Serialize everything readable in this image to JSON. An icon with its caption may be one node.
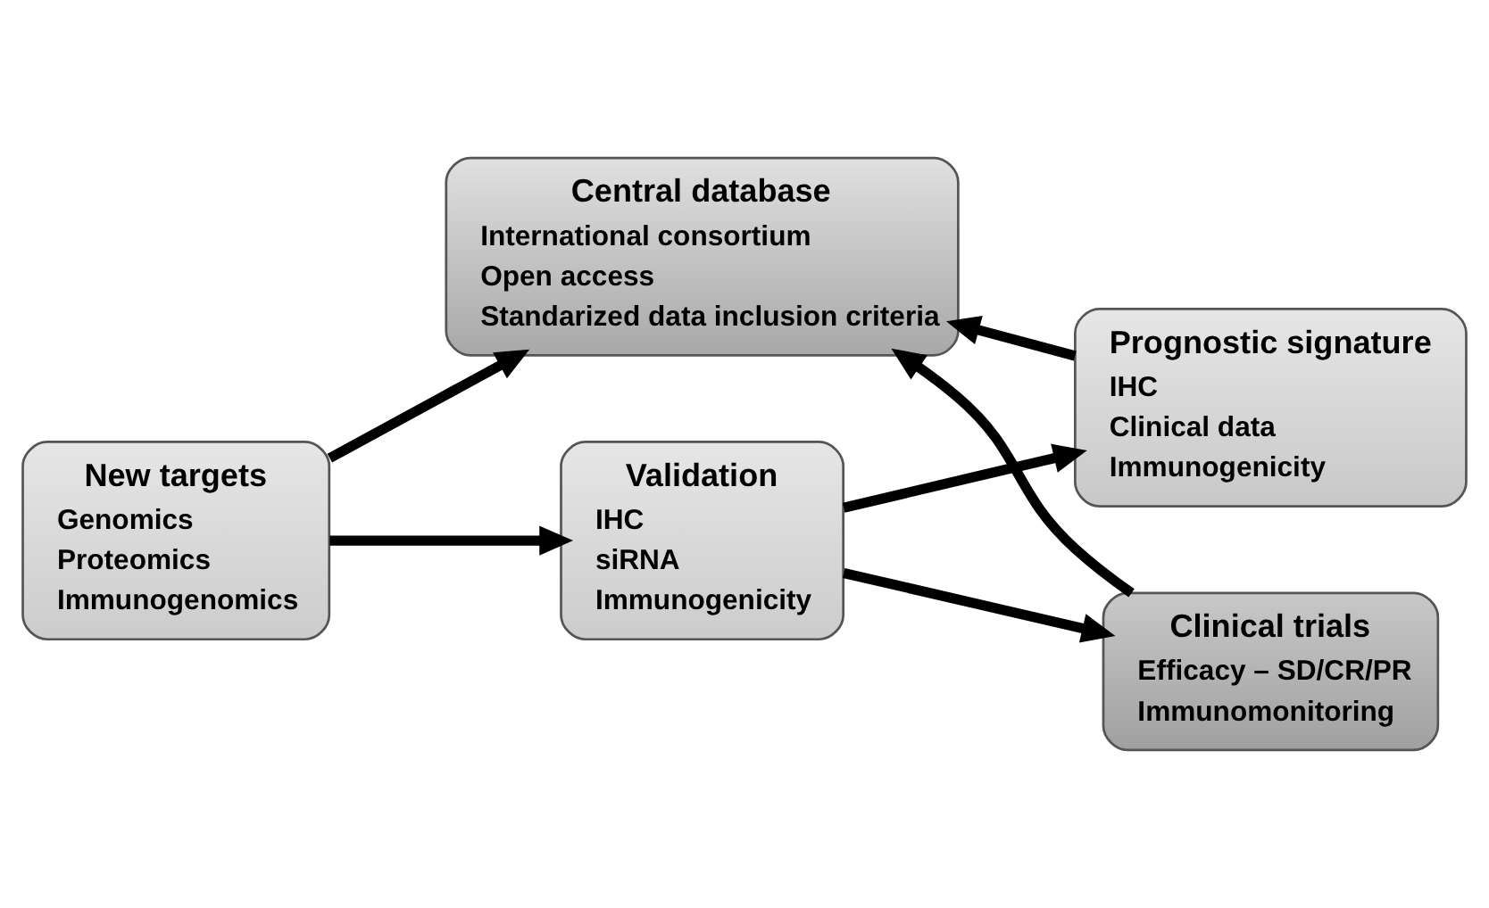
{
  "diagram": {
    "nodes": [
      {
        "text": [
          "Central database",
          "International consortium",
          "Open access",
          "Standarized data inclusion criteria"
        ]
      },
      {
        "text": [
          "Prognostic signature",
          "IHC",
          "Clinical data",
          "Immunogenicity"
        ]
      },
      {
        "text": [
          "New targets",
          "Genomics",
          "Proteomics",
          "Immunogenomics"
        ]
      },
      {
        "text": [
          "Validation",
          "IHC",
          "siRNA",
          "Immunogenicity"
        ]
      },
      {
        "text": [
          "Clinical trials",
          "Efficacy – SD/CR/PR",
          "Immunomonitoring"
        ]
      }
    ],
    "edges": [
      {
        "from": 2,
        "to": 0,
        "arrow": "to"
      },
      {
        "from": 2,
        "to": 3,
        "arrow": "to"
      },
      {
        "from": 3,
        "to": 1,
        "arrow": "to"
      },
      {
        "from": 3,
        "to": 4,
        "arrow": "to"
      },
      {
        "from": 1,
        "to": 0,
        "arrow": "to"
      },
      {
        "from": 4,
        "to": 0,
        "arrow": "to"
      }
    ]
  }
}
